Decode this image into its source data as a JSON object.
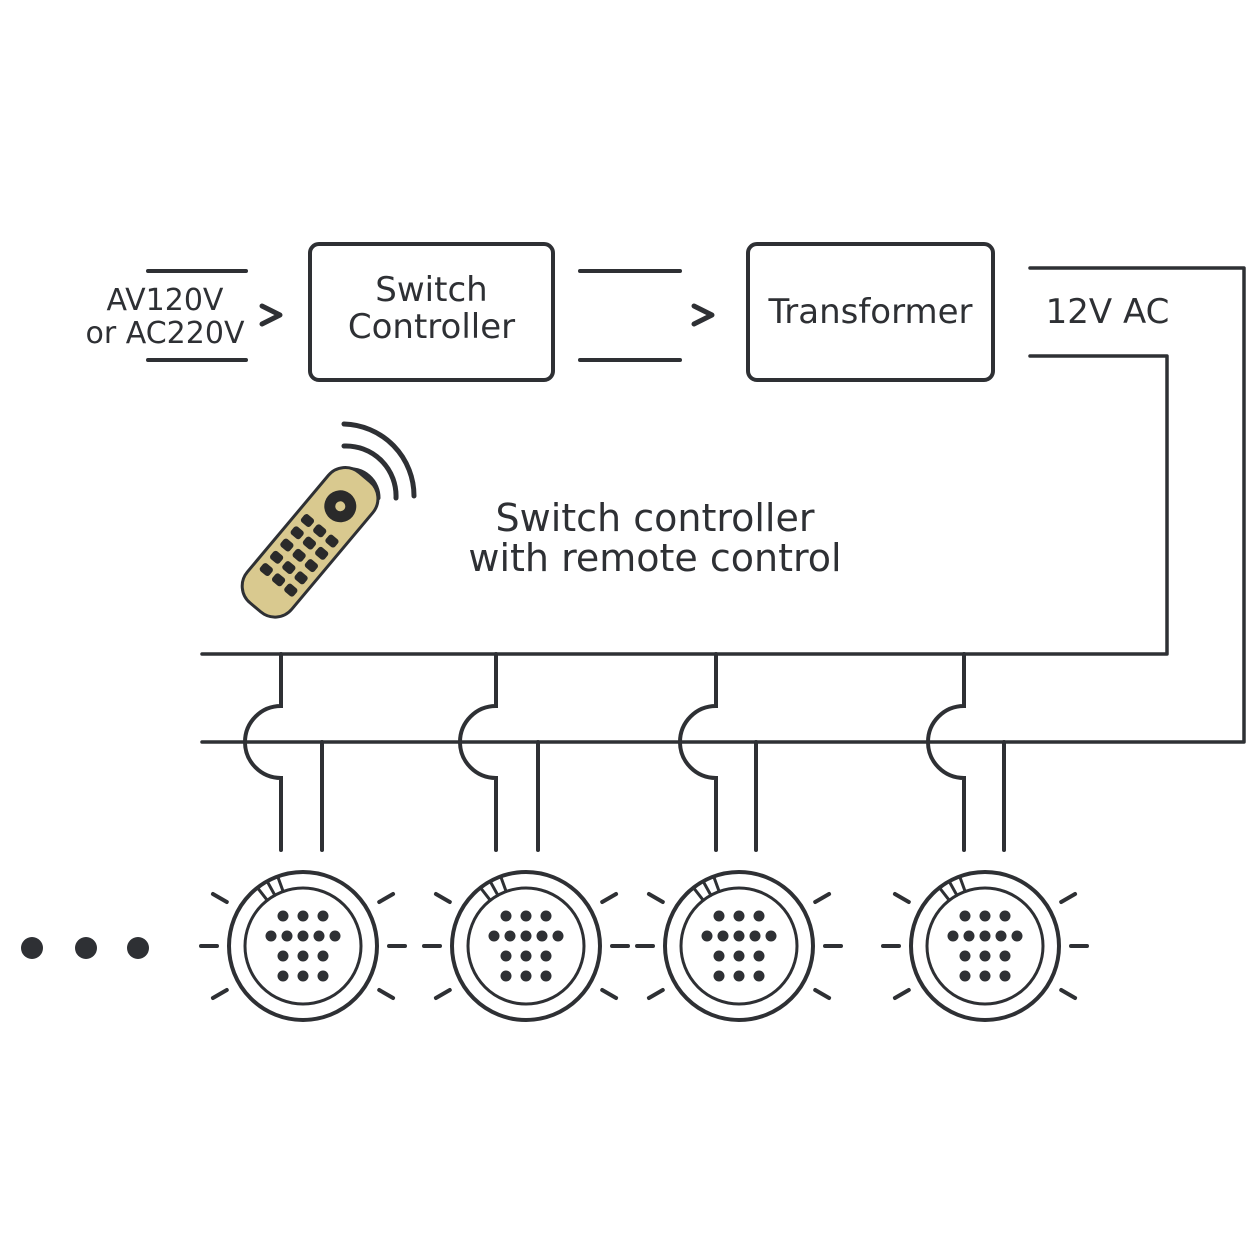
{
  "input_label": {
    "line1": "AV120V",
    "line2": "or AC220V"
  },
  "switch_controller_box": {
    "line1": "Switch",
    "line2": "Controller"
  },
  "transformer_box": {
    "label": "Transformer"
  },
  "output_label": "12V AC",
  "remote_caption": {
    "line1": "Switch controller",
    "line2": "with remote control"
  },
  "colors": {
    "stroke": "#2e3034",
    "remote_body": "#d9c98f",
    "remote_button": "#2a2a2a"
  },
  "lights_count_shown": 4,
  "continuation_indicator": "ellipsis-dots"
}
